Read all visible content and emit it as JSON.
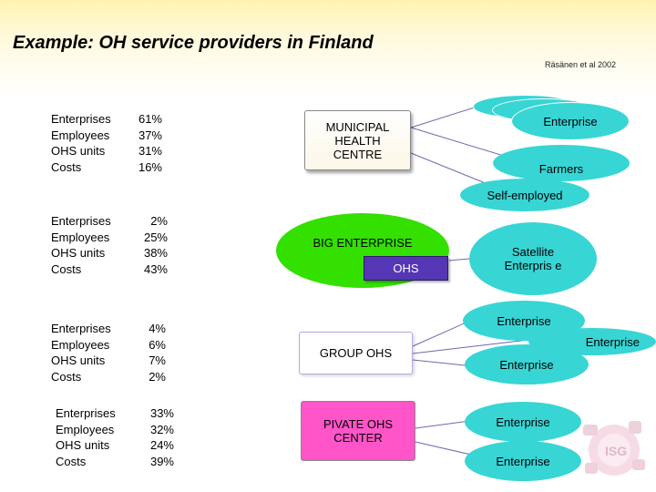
{
  "header": {
    "title": "Example: OH service providers in Finland",
    "source": "Räsänen et al 2002"
  },
  "stats": [
    {
      "rows": [
        {
          "label": "Enterprises",
          "value": "61%"
        },
        {
          "label": "Employees",
          "value": "37%"
        },
        {
          "label": "OHS units",
          "value": "31%"
        },
        {
          "label": "Costs",
          "value": "16%"
        }
      ]
    },
    {
      "rows": [
        {
          "label": "Enterprises",
          "value": "2%"
        },
        {
          "label": "Employees",
          "value": "25%"
        },
        {
          "label": "OHS units",
          "value": "38%"
        },
        {
          "label": "Costs",
          "value": "43%"
        }
      ]
    },
    {
      "rows": [
        {
          "label": "Enterprises",
          "value": "4%"
        },
        {
          "label": "Employees",
          "value": "6%"
        },
        {
          "label": "OHS units",
          "value": "7%"
        },
        {
          "label": "Costs",
          "value": "2%"
        }
      ]
    },
    {
      "rows": [
        {
          "label": "Enterprises",
          "value": "33%"
        },
        {
          "label": "Employees",
          "value": "32%"
        },
        {
          "label": "OHS units",
          "value": "24%"
        },
        {
          "label": "Costs",
          "value": "39%"
        }
      ]
    }
  ],
  "providers": {
    "municipal": "MUNICIPAL HEALTH CENTRE",
    "big_enterprise": "BIG ENTERPRISE",
    "big_ohs": "OHS",
    "group": "GROUP OHS",
    "private": "PIVATE OHS CENTER"
  },
  "clients": {
    "municipal_enterprise": "Enterprise",
    "farmers": "Farmers",
    "self_employed": "Self-employed",
    "satellite": "Satellite Enterpris e",
    "group_enterprise_1": "Enterprise",
    "group_enterprise_2": "Enterprise",
    "group_enterprise_3": "Enterprise",
    "private_enterprise_1": "Enterprise",
    "private_enterprise_2": "Enterprise"
  },
  "colors": {
    "client_ellipse": "#38d5d5",
    "big_enterprise": "#33e000",
    "ohs_box": "#5536b4",
    "private_box": "#ff55c8",
    "header_band": "#fff3b0"
  },
  "logo": {
    "icon": "ohs-logo-icon"
  }
}
